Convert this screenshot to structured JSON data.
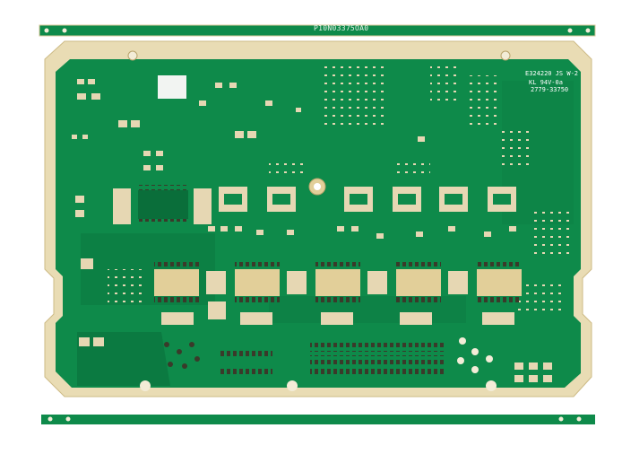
{
  "board": {
    "panel_id": "P10N03375OA0",
    "marking_line_1": "E324220 JS W-2",
    "marking_line_2": "KL 94V-0a",
    "marking_line_3": "2779-33750"
  },
  "colors": {
    "solder_mask": "#0e8a4a",
    "solder_mask_dark": "#0a6e3a",
    "substrate": "#e9dcb4",
    "copper_pad": "#e0c792",
    "silkscreen": "#ffffff"
  }
}
